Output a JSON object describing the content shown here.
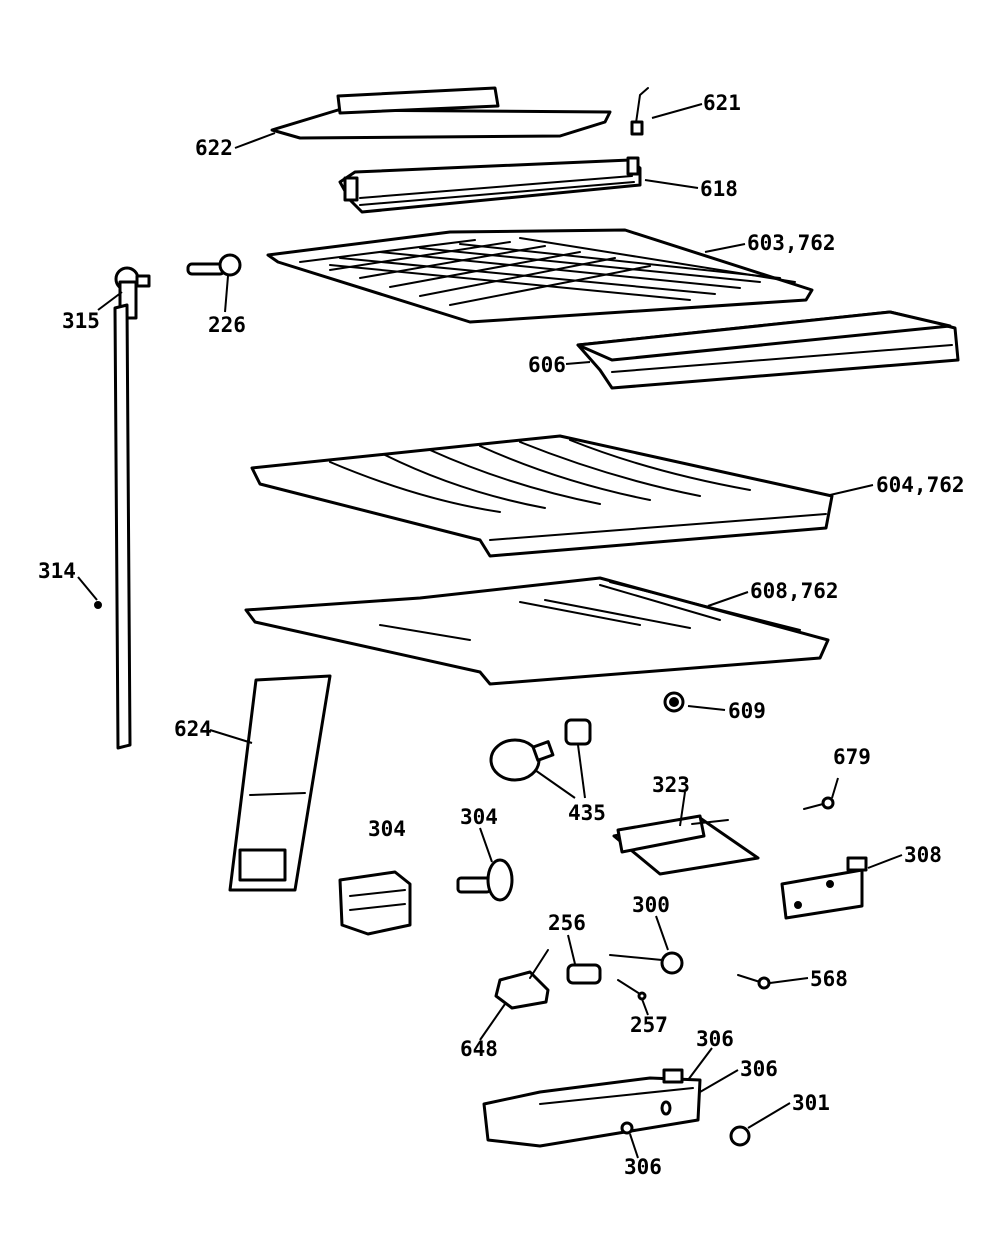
{
  "labels": {
    "p621": "621",
    "p622": "622",
    "p618": "618",
    "p603": "603,762",
    "p315": "315",
    "p226": "226",
    "p606": "606",
    "p604": "604,762",
    "p608": "608,762",
    "p314": "314",
    "p609": "609",
    "p624": "624",
    "p435": "435",
    "p323": "323",
    "p679": "679",
    "p304a": "304",
    "p304b": "304",
    "p308": "308",
    "p256": "256",
    "p300": "300",
    "p568": "568",
    "p257": "257",
    "p648": "648",
    "p306a": "306",
    "p306b": "306",
    "p306c": "306",
    "p301": "301"
  }
}
